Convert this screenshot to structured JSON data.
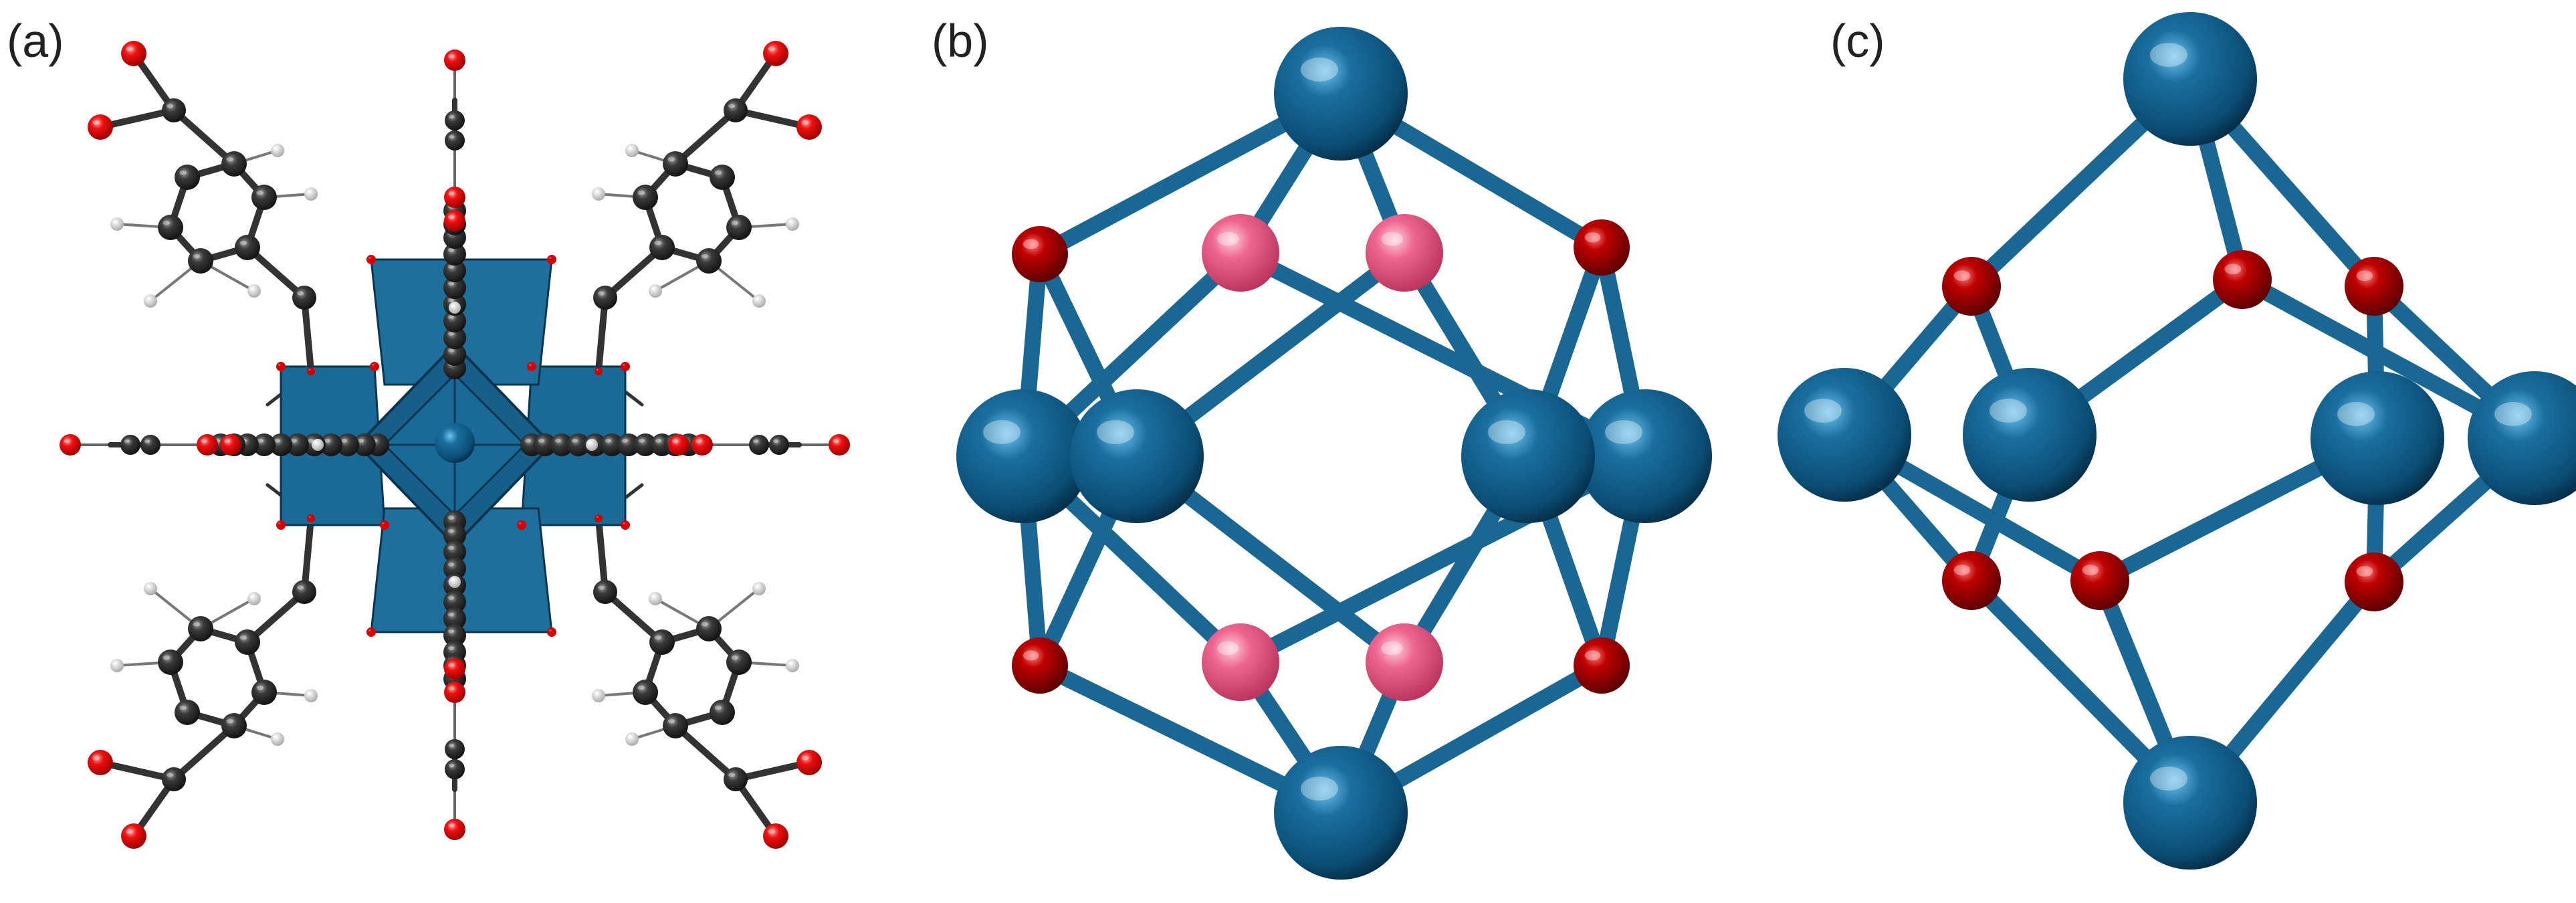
{
  "figure": {
    "panels": [
      {
        "id": "a",
        "label": "(a)"
      },
      {
        "id": "b",
        "label": "(b)"
      },
      {
        "id": "c",
        "label": "(c)"
      }
    ]
  },
  "colors": {
    "metal": "#0f5a86",
    "metal_dark": "#073d5e",
    "metal_highlight": "#9fd6f2",
    "polyhedron": "#1b6a96",
    "oxygen": "#cc0000",
    "oxygen_dark": "#6e0000",
    "pink": "#e85b86",
    "carbon": "#3a3a3a",
    "hydrogen": "#e8e8e8",
    "bond": "#1a6794"
  }
}
